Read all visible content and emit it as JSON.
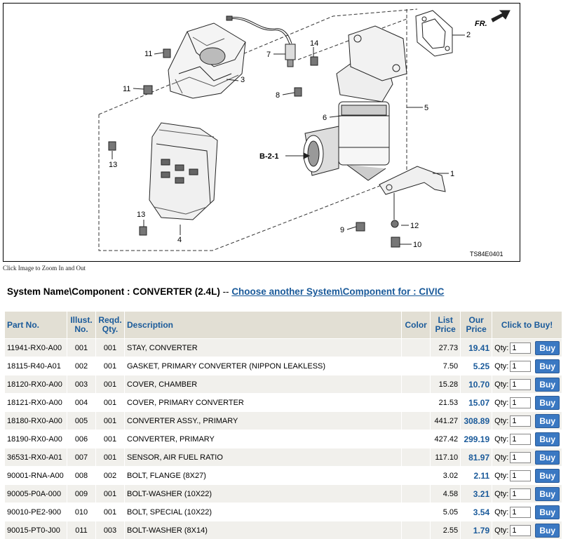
{
  "diagram": {
    "code": "TS84E0401",
    "direction_label": "FR.",
    "ref_label": "B-2-1",
    "callouts": [
      "1",
      "2",
      "3",
      "4",
      "5",
      "6",
      "7",
      "8",
      "9",
      "10",
      "11",
      "11",
      "12",
      "13",
      "13",
      "14"
    ]
  },
  "caption": "Click Image to Zoom In and Out",
  "system": {
    "prefix": "System Name\\Component : ",
    "name": "CONVERTER (2.4L)",
    "separator": " -- ",
    "link_text": "Choose another System\\Component for : CIVIC"
  },
  "table": {
    "headers": {
      "part_no": "Part No.",
      "illust_1": "Illust.",
      "illust_2": "No.",
      "reqd_1": "Reqd.",
      "reqd_2": "Qty.",
      "description": "Description",
      "color": "Color",
      "list_1": "List",
      "list_2": "Price",
      "our_1": "Our",
      "our_2": "Price",
      "buy": "Click to Buy!"
    },
    "qty_label": "Qty:",
    "buy_label": "Buy",
    "rows": [
      {
        "part_no": "11941-RX0-A00",
        "illust": "001",
        "qty": "001",
        "description": "STAY, CONVERTER",
        "color": "",
        "list": "27.73",
        "our": "19.41",
        "qty_value": "1"
      },
      {
        "part_no": "18115-R40-A01",
        "illust": "002",
        "qty": "001",
        "description": "GASKET, PRIMARY CONVERTER (NIPPON LEAKLESS)",
        "color": "",
        "list": "7.50",
        "our": "5.25",
        "qty_value": "1"
      },
      {
        "part_no": "18120-RX0-A00",
        "illust": "003",
        "qty": "001",
        "description": "COVER, CHAMBER",
        "color": "",
        "list": "15.28",
        "our": "10.70",
        "qty_value": "1"
      },
      {
        "part_no": "18121-RX0-A00",
        "illust": "004",
        "qty": "001",
        "description": "COVER, PRIMARY CONVERTER",
        "color": "",
        "list": "21.53",
        "our": "15.07",
        "qty_value": "1"
      },
      {
        "part_no": "18180-RX0-A00",
        "illust": "005",
        "qty": "001",
        "description": "CONVERTER ASSY., PRIMARY",
        "color": "",
        "list": "441.27",
        "our": "308.89",
        "qty_value": "1"
      },
      {
        "part_no": "18190-RX0-A00",
        "illust": "006",
        "qty": "001",
        "description": "CONVERTER, PRIMARY",
        "color": "",
        "list": "427.42",
        "our": "299.19",
        "qty_value": "1"
      },
      {
        "part_no": "36531-RX0-A01",
        "illust": "007",
        "qty": "001",
        "description": "SENSOR, AIR FUEL RATIO",
        "color": "",
        "list": "117.10",
        "our": "81.97",
        "qty_value": "1"
      },
      {
        "part_no": "90001-RNA-A00",
        "illust": "008",
        "qty": "002",
        "description": "BOLT, FLANGE (8X27)",
        "color": "",
        "list": "3.02",
        "our": "2.11",
        "qty_value": "1"
      },
      {
        "part_no": "90005-P0A-000",
        "illust": "009",
        "qty": "001",
        "description": "BOLT-WASHER (10X22)",
        "color": "",
        "list": "4.58",
        "our": "3.21",
        "qty_value": "1"
      },
      {
        "part_no": "90010-PE2-900",
        "illust": "010",
        "qty": "001",
        "description": "BOLT, SPECIAL (10X22)",
        "color": "",
        "list": "5.05",
        "our": "3.54",
        "qty_value": "1"
      },
      {
        "part_no": "90015-PT0-J00",
        "illust": "011",
        "qty": "003",
        "description": "BOLT-WASHER (8X14)",
        "color": "",
        "list": "2.55",
        "our": "1.79",
        "qty_value": "1"
      }
    ]
  }
}
